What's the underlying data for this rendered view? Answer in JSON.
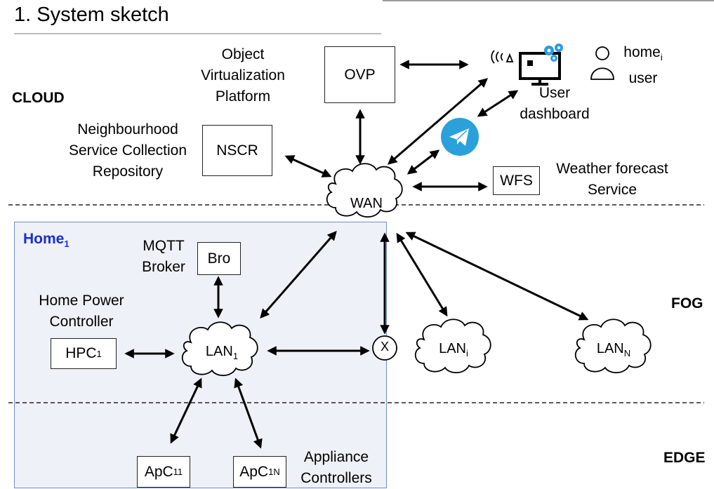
{
  "title": "1. System sketch",
  "zones": {
    "cloud": "CLOUD",
    "fog": "FOG",
    "edge": "EDGE"
  },
  "home": {
    "title": "Home",
    "sub": "1"
  },
  "ovp": {
    "box": "OVP",
    "desc": [
      "Object",
      "Virtualization",
      "Platform"
    ]
  },
  "nscr": {
    "box": "NSCR",
    "desc": [
      "Neighbourhood",
      "Service Collection",
      "Repository"
    ]
  },
  "wfs": {
    "box": "WFS",
    "desc": [
      "Weather forecast",
      "Service"
    ]
  },
  "dashboard": {
    "desc": [
      "User",
      "dashboard"
    ]
  },
  "user": {
    "line1": "home",
    "sub": "i",
    "line2": "user"
  },
  "wan": "WAN",
  "broker": {
    "box": "Bro",
    "desc": [
      "MQTT",
      "Broker"
    ]
  },
  "hpc": {
    "box": "HPC",
    "sub": "1",
    "desc": [
      "Home Power",
      "Controller"
    ]
  },
  "lans": [
    {
      "name": "LAN",
      "sub": "1"
    },
    {
      "name": "LAN",
      "sub": "i"
    },
    {
      "name": "LAN",
      "sub": "N"
    }
  ],
  "switch": "X",
  "apc": [
    {
      "name": "ApC",
      "sub": "11"
    },
    {
      "name": "ApC",
      "sub": "1N"
    }
  ],
  "appliance": [
    "Appliance",
    "Controllers"
  ],
  "colors": {
    "accent": "#1a2dd6",
    "panel": "#eef1f7",
    "panelBorder": "#6f8fc3",
    "telegram": "#2aa1da",
    "gear": "#2b9be0"
  }
}
